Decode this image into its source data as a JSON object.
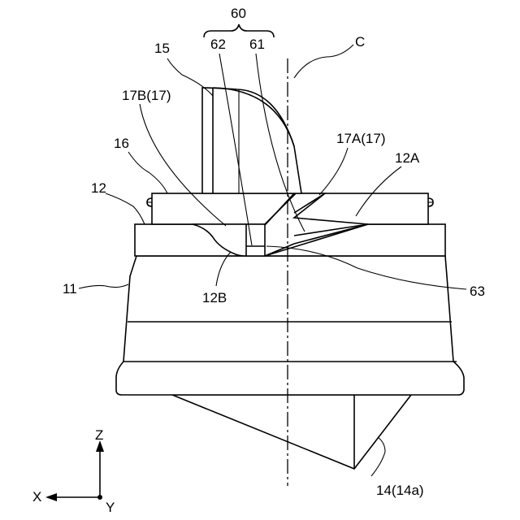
{
  "labels": {
    "group_60": "60",
    "part_62": "62",
    "part_61": "61",
    "axis_c": "C",
    "part_15": "15",
    "part_17b": "17B(17)",
    "part_17a": "17A(17)",
    "part_16": "16",
    "part_12a": "12A",
    "part_12": "12",
    "part_11": "11",
    "part_12b": "12B",
    "part_63": "63",
    "part_14": "14(14a)"
  },
  "axes": {
    "z": "Z",
    "x": "X",
    "y": "Y"
  }
}
